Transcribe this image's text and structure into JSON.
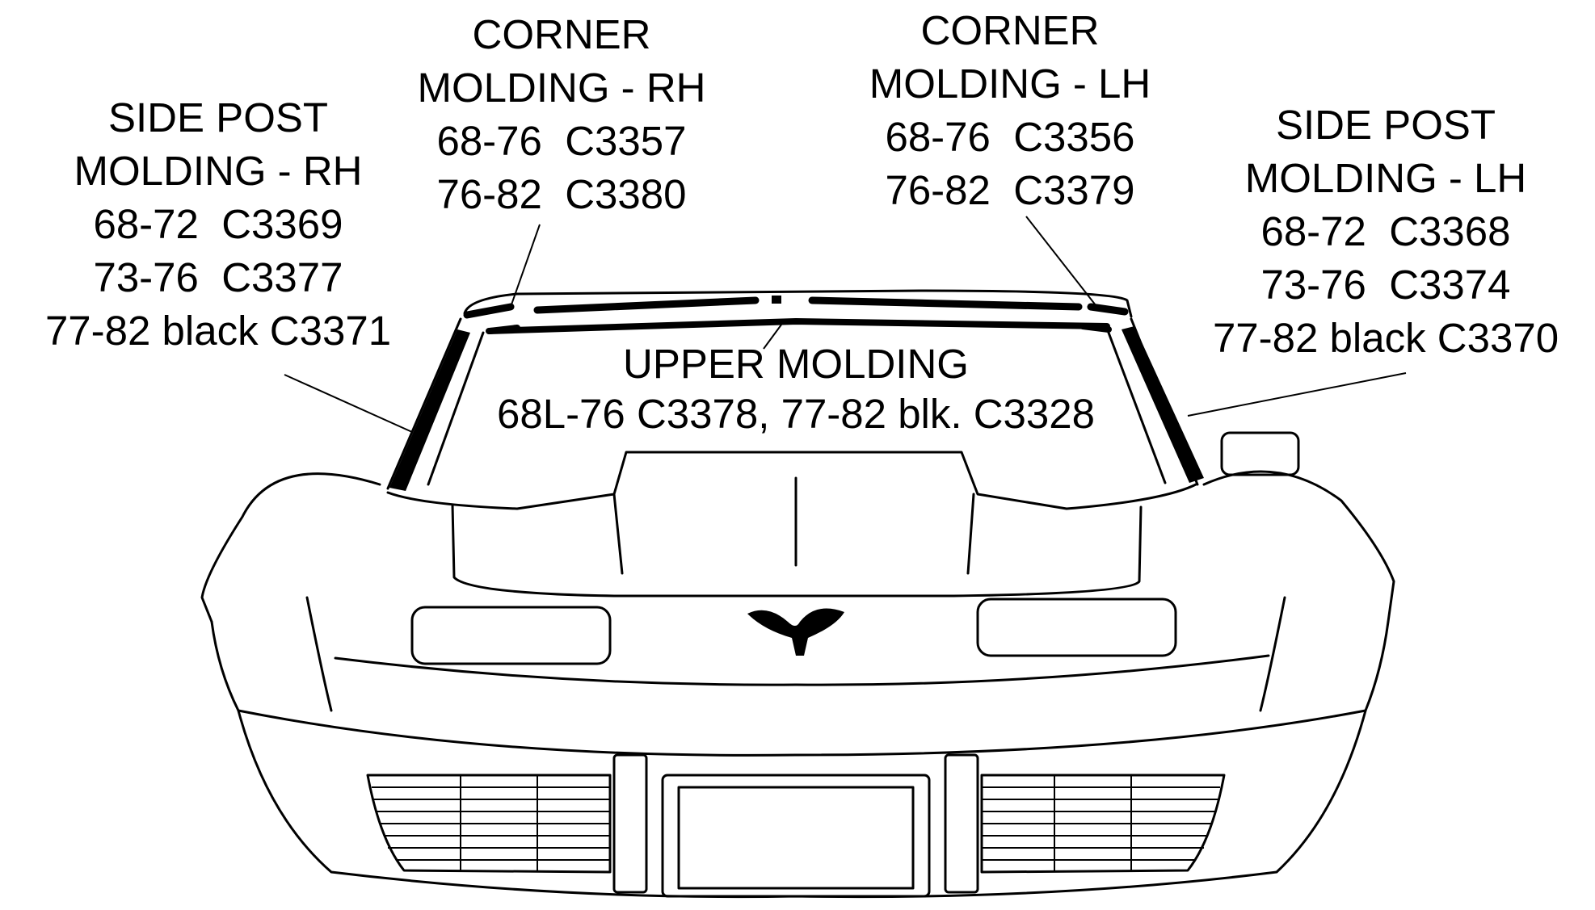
{
  "labels": {
    "side_post_rh": {
      "title": [
        "SIDE POST",
        "MOLDING - RH"
      ],
      "parts": [
        "68-72  C3369",
        "73-76  C3377",
        "77-82 black C3371"
      ]
    },
    "corner_rh": {
      "title": [
        "CORNER",
        "MOLDING - RH"
      ],
      "parts": [
        "68-76  C3357",
        "76-82  C3380"
      ]
    },
    "corner_lh": {
      "title": [
        "CORNER",
        "MOLDING - LH"
      ],
      "parts": [
        "68-76  C3356",
        "76-82  C3379"
      ]
    },
    "side_post_lh": {
      "title": [
        "SIDE POST",
        "MOLDING - LH"
      ],
      "parts": [
        "68-72  C3368",
        "73-76  C3374",
        "77-82 black C3370"
      ]
    },
    "upper": {
      "title": [
        "UPPER MOLDING"
      ],
      "parts": [
        "68L-76 C3378, 77-82 blk. C3328"
      ]
    }
  },
  "colors": {
    "ink": "#000000",
    "paper": "#ffffff"
  }
}
